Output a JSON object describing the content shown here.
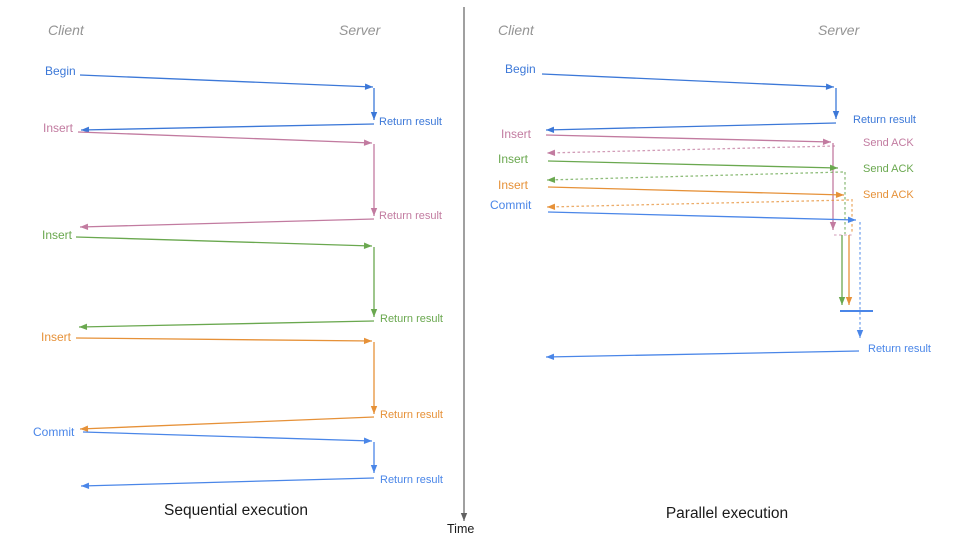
{
  "diagram": {
    "panels": [
      {
        "id": "sequential",
        "title": "Sequential execution",
        "client_header": "Client",
        "server_header": "Server",
        "operations": [
          {
            "label": "Begin",
            "color": "#3c78d8",
            "response": "Return result"
          },
          {
            "label": "Insert",
            "color": "#c27ba0",
            "response": "Return result"
          },
          {
            "label": "Insert",
            "color": "#6aa84f",
            "response": "Return result"
          },
          {
            "label": "Insert",
            "color": "#e69138",
            "response": "Return result"
          },
          {
            "label": "Commit",
            "color": "#4a86e8",
            "response": "Return result"
          }
        ]
      },
      {
        "id": "parallel",
        "title": "Parallel execution",
        "client_header": "Client",
        "server_header": "Server",
        "operations": [
          {
            "label": "Begin",
            "color": "#3c78d8",
            "response": "Return result"
          },
          {
            "label": "Insert",
            "color": "#c27ba0",
            "response": "Send ACK"
          },
          {
            "label": "Insert",
            "color": "#6aa84f",
            "response": "Send ACK"
          },
          {
            "label": "Insert",
            "color": "#e69138",
            "response": "Send ACK"
          },
          {
            "label": "Commit",
            "color": "#4a86e8",
            "response": "Return result"
          }
        ]
      }
    ],
    "time_axis_label": "Time",
    "divider_color": "#616161"
  }
}
